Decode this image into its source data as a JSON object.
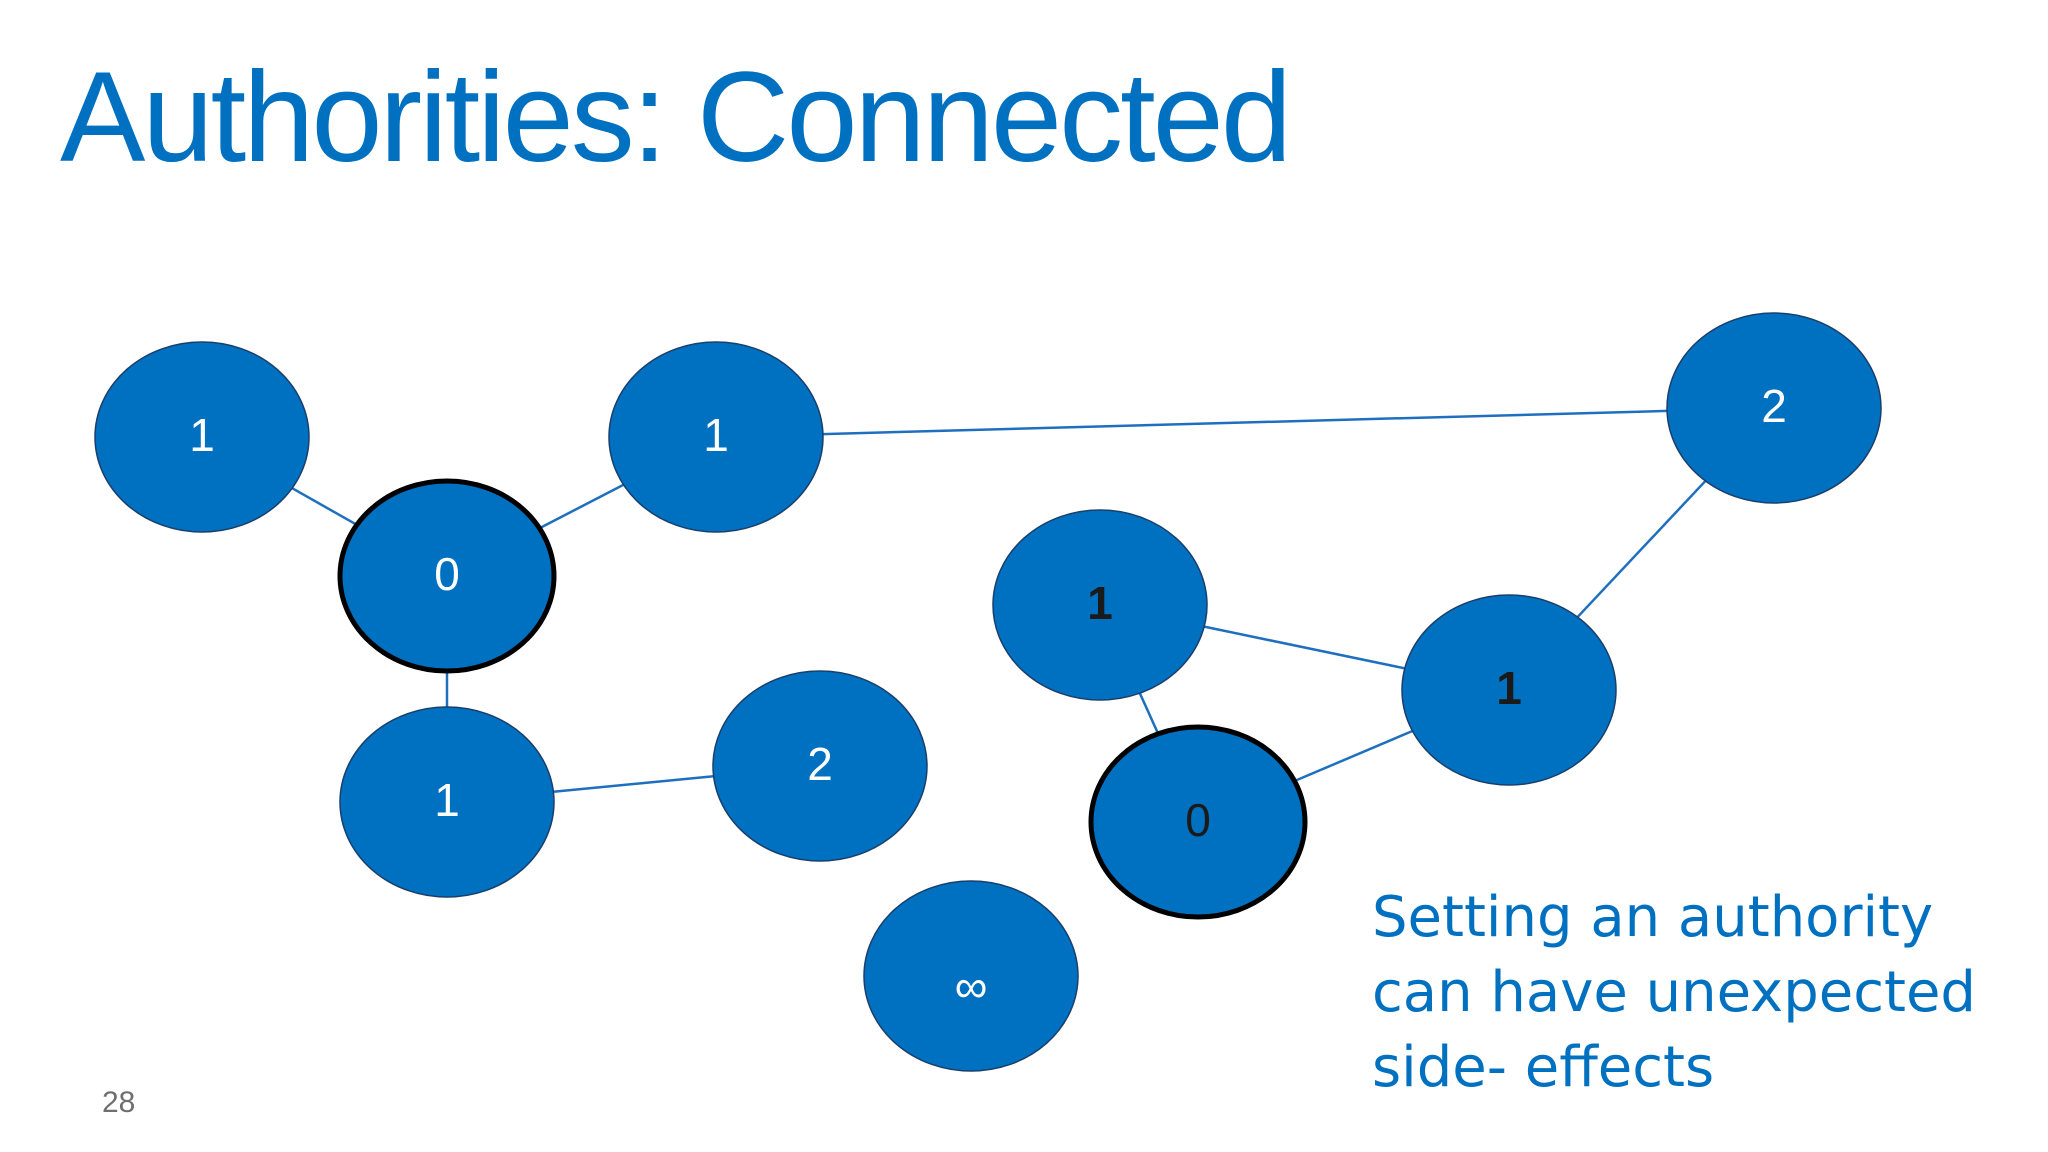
{
  "slide": {
    "title": "Authorities: Connected",
    "note_lines": [
      "Setting an authority",
      "can have unexpected",
      "side- effects"
    ],
    "page_number": "28"
  },
  "colors": {
    "title": "#0070c0",
    "node_fill": "#0070c0",
    "edge": "#1f6fbf",
    "authority_outline": "#000000",
    "node_outline": "#1a3f6b"
  },
  "graph": {
    "nodes": [
      {
        "id": "n-a",
        "label": "1"
      },
      {
        "id": "n-b",
        "label": "1"
      },
      {
        "id": "n-c",
        "label": "0",
        "authority": true
      },
      {
        "id": "n-d",
        "label": "1"
      },
      {
        "id": "n-e",
        "label": "2"
      },
      {
        "id": "n-f",
        "label": "2"
      },
      {
        "id": "n-g",
        "label": "1",
        "style": "bold"
      },
      {
        "id": "n-h",
        "label": "1",
        "style": "bold"
      },
      {
        "id": "n-i",
        "label": "0",
        "authority": true,
        "style": "dark"
      },
      {
        "id": "n-j",
        "label": "∞"
      }
    ],
    "edges": [
      [
        "n-a",
        "n-c"
      ],
      [
        "n-c",
        "n-b"
      ],
      [
        "n-b",
        "n-f"
      ],
      [
        "n-c",
        "n-d"
      ],
      [
        "n-d",
        "n-e"
      ],
      [
        "n-g",
        "n-i"
      ],
      [
        "n-g",
        "n-h"
      ],
      [
        "n-i",
        "n-h"
      ],
      [
        "n-h",
        "n-f"
      ]
    ]
  }
}
